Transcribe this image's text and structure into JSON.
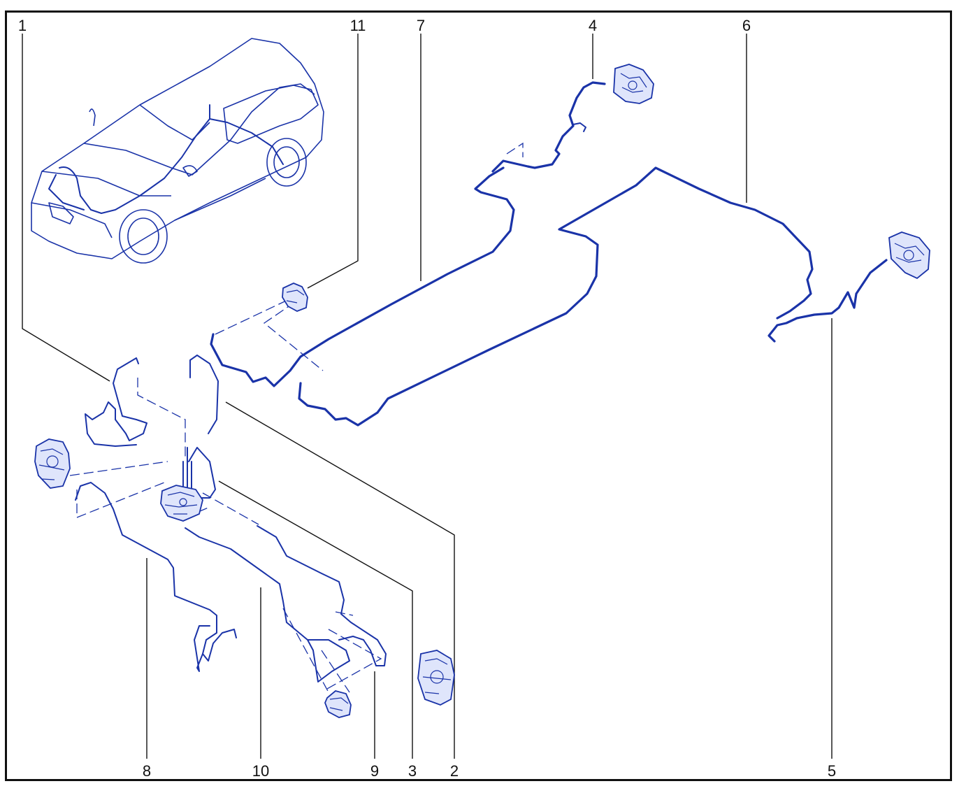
{
  "colors": {
    "line": "#1a33a8",
    "callout": "#111111",
    "frame": "#111111",
    "background": "#ffffff"
  },
  "callouts": {
    "c1": "1",
    "c2": "2",
    "c3": "3",
    "c4": "4",
    "c5": "5",
    "c6": "6",
    "c7": "7",
    "c8": "8",
    "c9": "9",
    "c10": "10",
    "c11": "11"
  },
  "icons": {
    "vehicle": "suv-vehicle-icon",
    "caliper": "brake-caliper-icon",
    "abs_unit": "abs-hydraulic-unit-icon",
    "valve": "junction-valve-icon"
  }
}
